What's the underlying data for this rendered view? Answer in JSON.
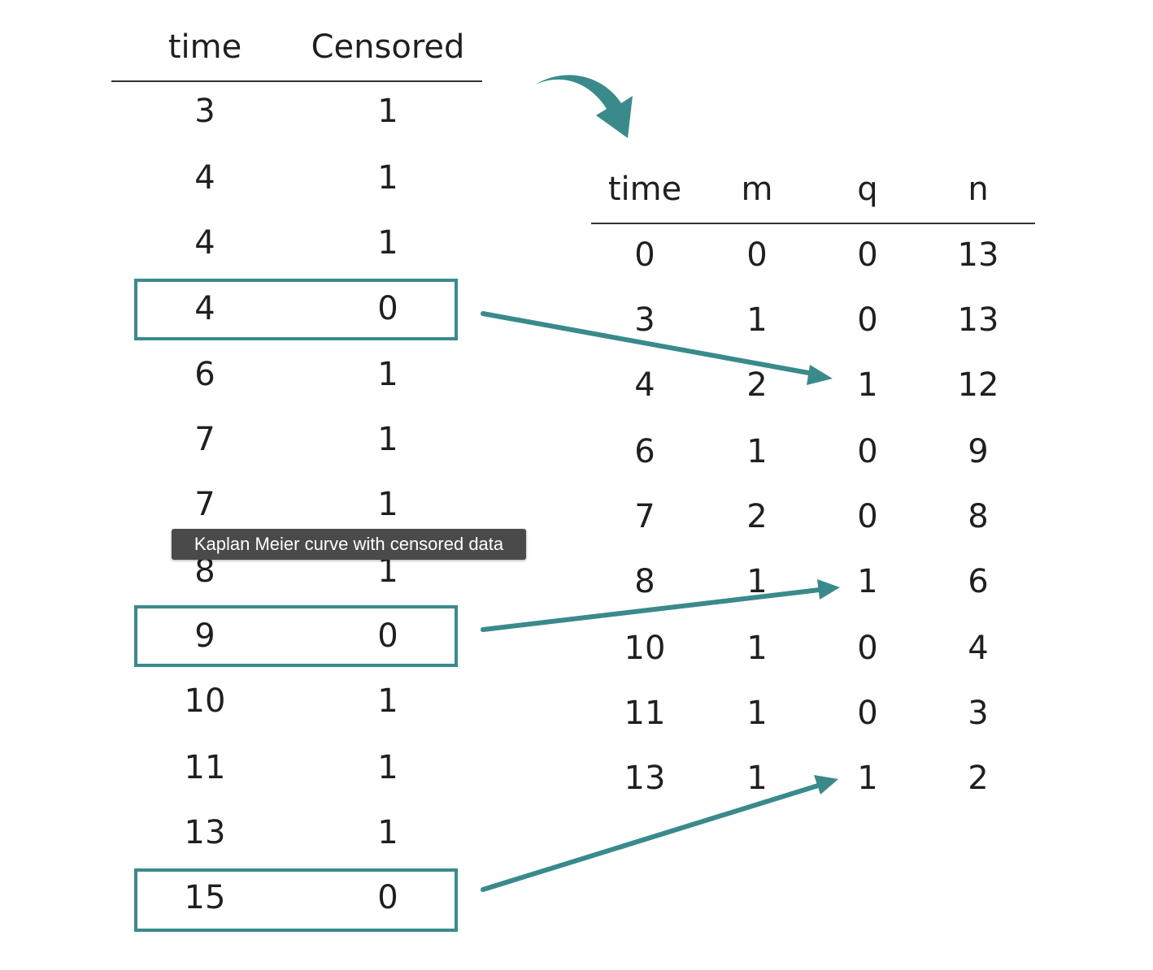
{
  "left_table": {
    "headers": [
      "time",
      "Censored"
    ],
    "rows": [
      [
        "3",
        "1"
      ],
      [
        "4",
        "1"
      ],
      [
        "4",
        "1"
      ],
      [
        "4",
        "0"
      ],
      [
        "6",
        "1"
      ],
      [
        "7",
        "1"
      ],
      [
        "7",
        "1"
      ],
      [
        "8",
        "1"
      ],
      [
        "9",
        "0"
      ],
      [
        "10",
        "1"
      ],
      [
        "11",
        "1"
      ],
      [
        "13",
        "1"
      ],
      [
        "15",
        "0"
      ]
    ],
    "highlighted_rows": [
      3,
      8,
      12
    ]
  },
  "right_table": {
    "headers": [
      "time",
      "m",
      "q",
      "n"
    ],
    "rows": [
      [
        "0",
        "0",
        "0",
        "13"
      ],
      [
        "3",
        "1",
        "0",
        "13"
      ],
      [
        "4",
        "2",
        "1",
        "12"
      ],
      [
        "6",
        "1",
        "0",
        "9"
      ],
      [
        "7",
        "2",
        "0",
        "8"
      ],
      [
        "8",
        "1",
        "1",
        "6"
      ],
      [
        "10",
        "1",
        "0",
        "4"
      ],
      [
        "11",
        "1",
        "0",
        "3"
      ],
      [
        "13",
        "1",
        "1",
        "2"
      ]
    ]
  },
  "tooltip": {
    "text": "Kaplan Meier curve with censored data"
  },
  "colors": {
    "accent": "#3a8a8c",
    "text": "#1f1f1f",
    "tooltip_bg": "#4a4a4a"
  }
}
